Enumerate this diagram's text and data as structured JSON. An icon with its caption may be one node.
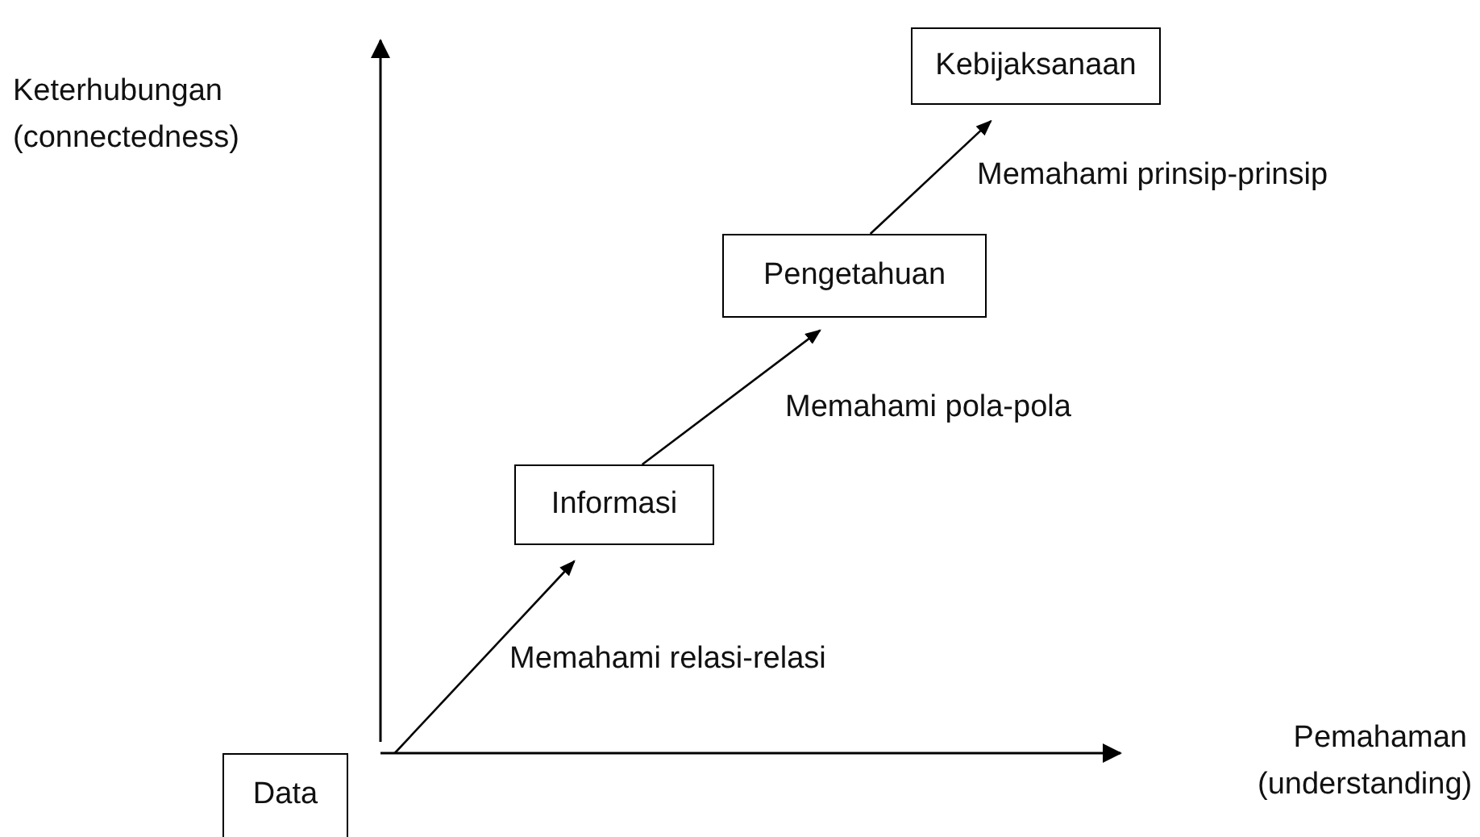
{
  "diagram": {
    "nodes": [
      {
        "text": [
          "Data"
        ]
      },
      {
        "text": [
          "Informasi"
        ]
      },
      {
        "text": [
          "Pengetahuan"
        ]
      },
      {
        "text": [
          "Kebijaksanaan"
        ]
      }
    ],
    "edges": [
      {
        "from": 0,
        "to": 1,
        "arrow": "to",
        "label": "Memahami relasi-relasi"
      },
      {
        "from": 1,
        "to": 2,
        "arrow": "to",
        "label": "Memahami pola-pola"
      },
      {
        "from": 2,
        "to": 3,
        "arrow": "to",
        "label": "Memahami prinsip-prinsip"
      }
    ],
    "labels": [
      "Keterhubungan (connectedness)",
      "Pemahaman (understanding)"
    ]
  }
}
